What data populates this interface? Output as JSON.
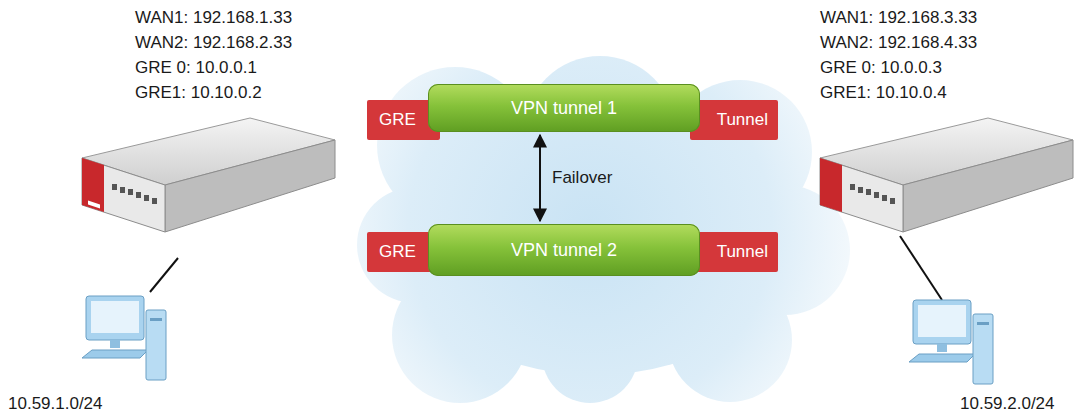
{
  "diagram": {
    "nodes": [
      {
        "text": [
          "GRE"
        ]
      },
      {
        "text": [
          "VPN tunnel 1"
        ]
      },
      {
        "text": [
          "Tunnel"
        ]
      },
      {
        "text": [
          "GRE"
        ]
      },
      {
        "text": [
          "VPN tunnel 2"
        ]
      },
      {
        "text": [
          "Tunnel"
        ]
      }
    ],
    "edges": [
      {
        "from": 1,
        "to": 4,
        "label": "Failover",
        "arrow": "both"
      }
    ],
    "labels": [
      "WAN1: 192.168.1.33",
      "WAN2: 192.168.2.33",
      "GRE 0: 10.0.0.1",
      "GRE1: 10.10.0.2",
      "WAN1: 192.168.3.33",
      "WAN2: 192.168.4.33",
      "GRE 0: 10.0.0.3",
      "GRE1: 10.10.0.4",
      "10.59.1.0/24",
      "10.59.2.0/24"
    ]
  }
}
